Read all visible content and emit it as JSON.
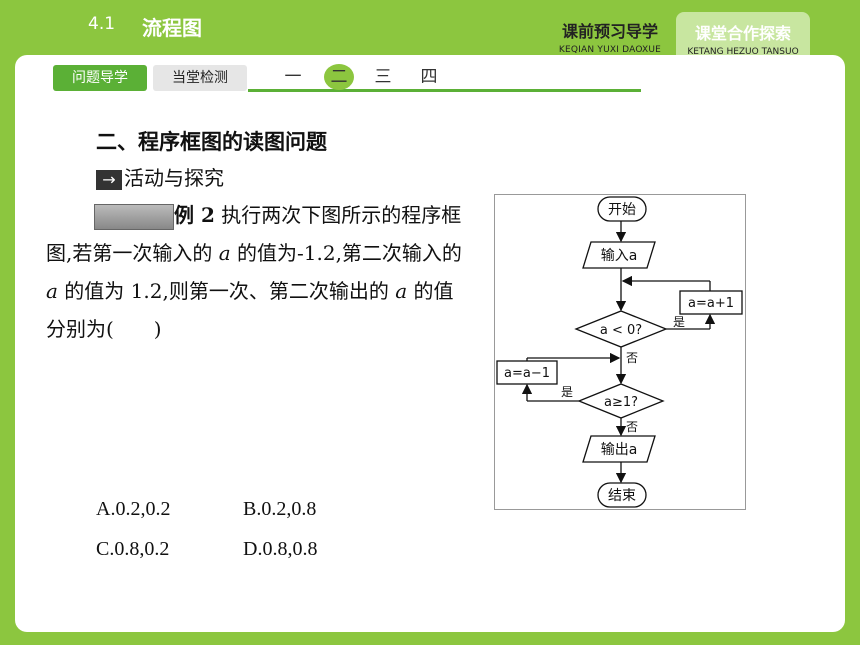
{
  "header": {
    "section_num": "4.1",
    "title": "流程图"
  },
  "nav": [
    {
      "zh": "课前预习导学",
      "en": "KEQIAN YUXI DAOXUE"
    },
    {
      "zh": "课堂合作探索",
      "en": "KETANG HEZUO TANSUO"
    }
  ],
  "tabs": {
    "tab1": "问题导学",
    "tab2": "当堂检测"
  },
  "steps": [
    "一",
    "二",
    "三",
    "四"
  ],
  "section_title": "二、程序框图的读图问题",
  "activity": {
    "arrow": "→",
    "label": "活动与探究"
  },
  "problem": {
    "example": "例 2",
    "t1": " 执行两次下图所示的程序框图,若第一次输入的 ",
    "var": "a",
    "t2": " 的值为-1.2,第二次输入的 ",
    "t3": " 的值为 1.2,则第一次、第二次输出的 ",
    "t4": " 的值分别为(　　)"
  },
  "options": {
    "A": "A.0.2,0.2",
    "B": "B.0.2,0.8",
    "C": "C.0.8,0.2",
    "D": "D.0.8,0.8"
  },
  "flowchart": {
    "start": "开始",
    "input": "输入a",
    "cond1": "a < 0?",
    "inc": "a=a+1",
    "yes1": "是",
    "no1": "否",
    "dec": "a=a−1",
    "cond2": "a≥1?",
    "yes2": "是",
    "no2": "否",
    "output": "输出a",
    "end": "结束"
  }
}
